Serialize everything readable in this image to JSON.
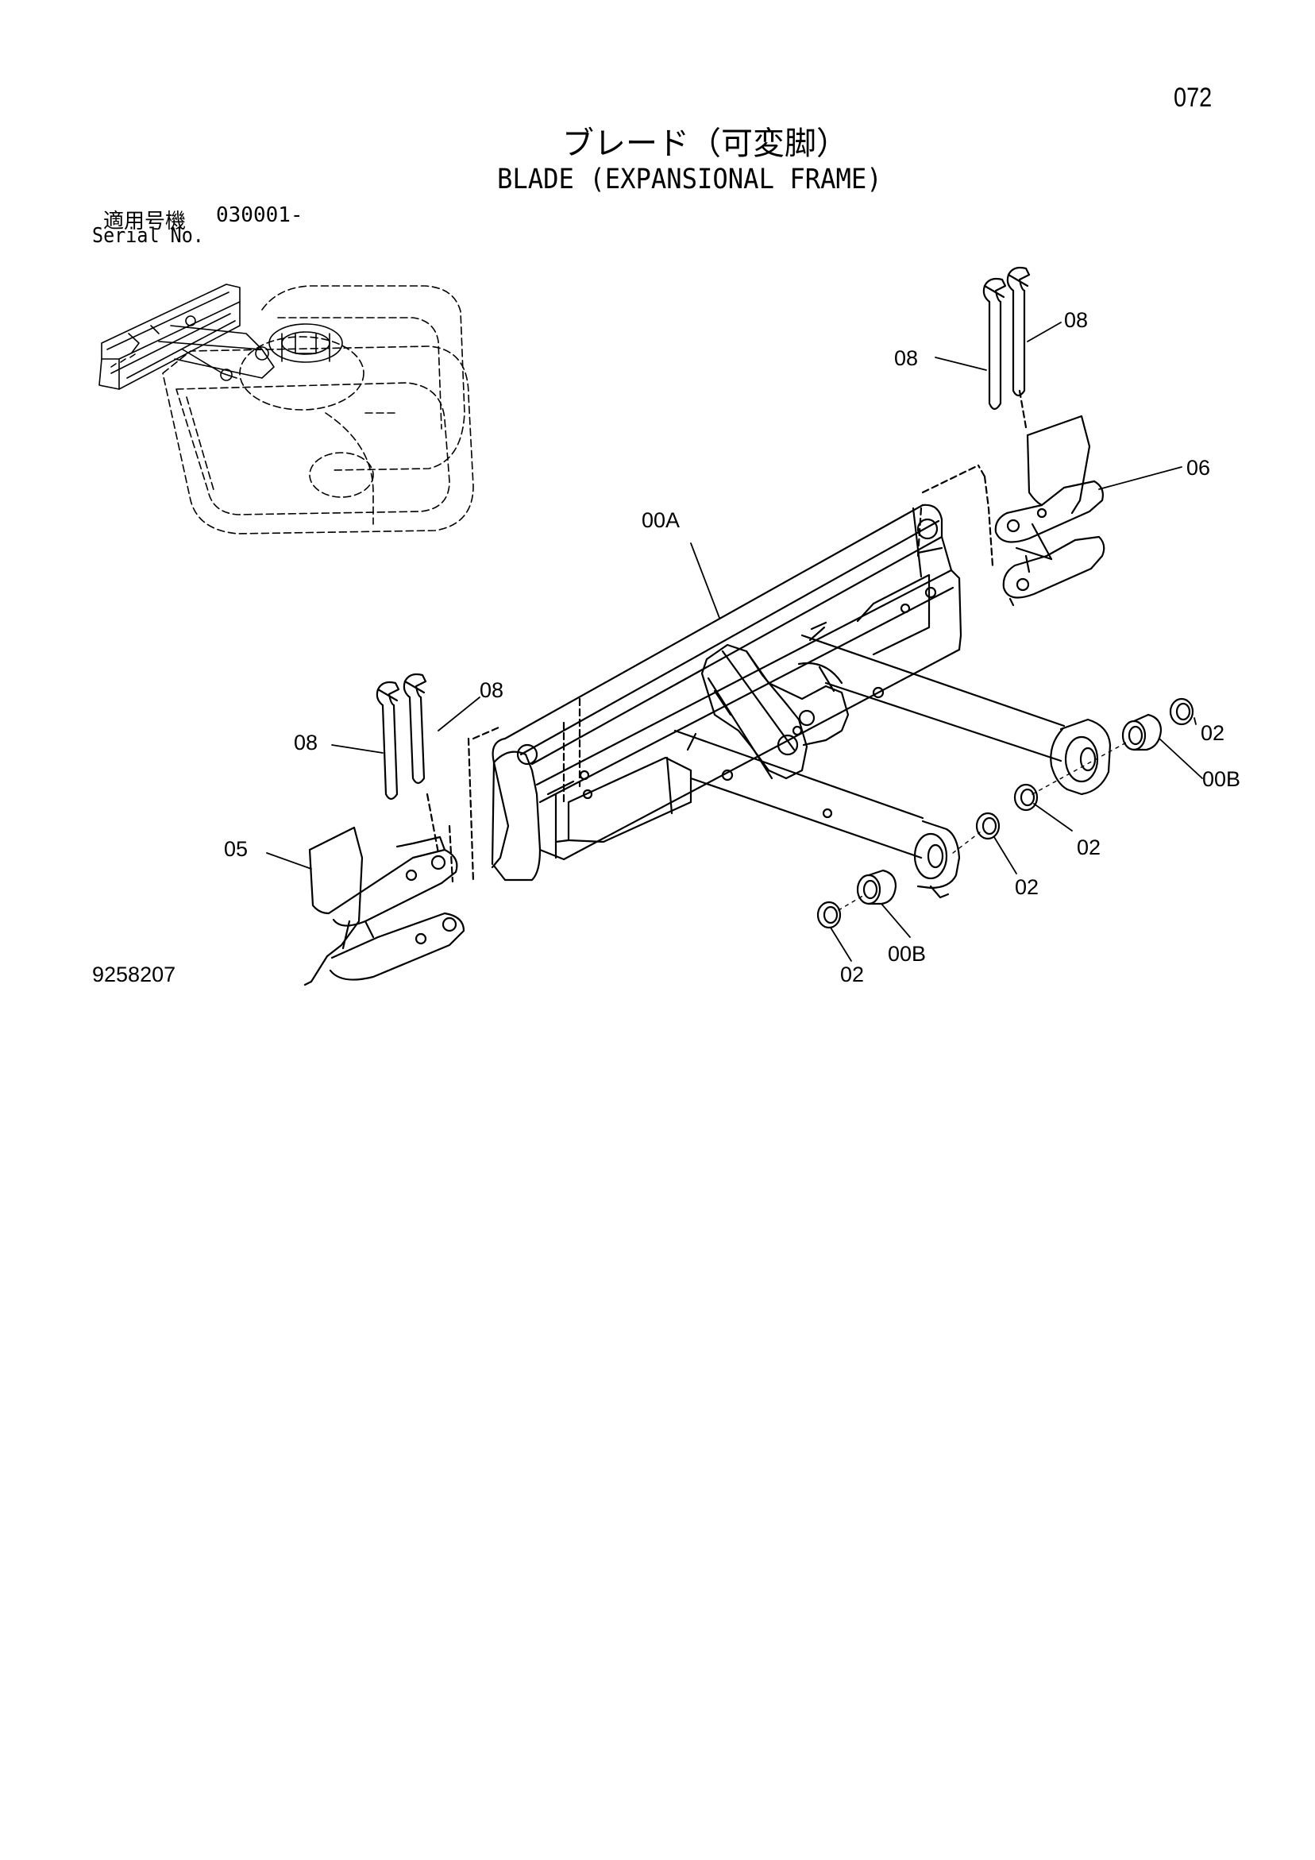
{
  "page": {
    "number": "072"
  },
  "title": {
    "japanese": "ブレード（可変脚）",
    "english": "BLADE (EXPANSIONAL FRAME)"
  },
  "serial": {
    "label_jp": "適用号機",
    "value": "030001-",
    "label_en": "Serial No."
  },
  "drawing_number": "9258207",
  "callouts": {
    "c_00A": "00A",
    "c_08_a": "08",
    "c_08_b": "08",
    "c_08_c": "08",
    "c_08_d": "08",
    "c_06": "06",
    "c_05": "05",
    "c_02_a": "02",
    "c_02_b": "02",
    "c_02_c": "02",
    "c_02_d": "02",
    "c_00B_a": "00B",
    "c_00B_b": "00B"
  },
  "colors": {
    "ink": "#000000",
    "paper": "#ffffff"
  }
}
